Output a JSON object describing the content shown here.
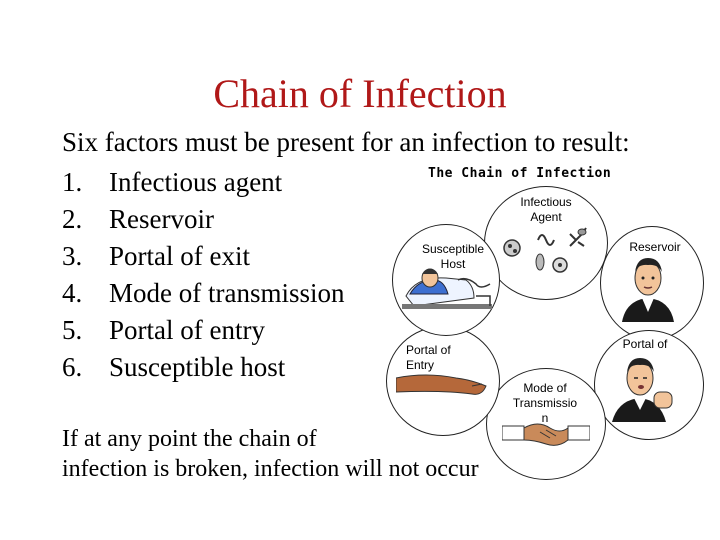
{
  "title": "Chain of Infection",
  "intro": "Six factors must be present for an infection to result:",
  "factors": [
    {
      "num": "1.",
      "label": "Infectious agent"
    },
    {
      "num": "2.",
      "label": "Reservoir"
    },
    {
      "num": "3.",
      "label": "Portal of exit"
    },
    {
      "num": "4.",
      "label": "Mode of transmission"
    },
    {
      "num": "5.",
      "label": "Portal of entry"
    },
    {
      "num": "6.",
      "label": "Susceptible host"
    }
  ],
  "footer": {
    "line1": "If at any point the chain of",
    "line2": "infection is broken, infection will not occur"
  },
  "diagram": {
    "title": "The Chain of Infection",
    "labels": {
      "agent_l1": "Infectious",
      "agent_l2": "Agent",
      "reservoir": "Reservoir",
      "exit": "Portal of",
      "transmission_l1": "Mode of",
      "transmission_l2": "Transmissio",
      "transmission_l3": "n",
      "entry_l1": "Portal of",
      "entry_l2": "Entry",
      "host_l1": "Susceptible",
      "host_l2": "Host"
    },
    "icons": [
      "germ-icon",
      "man-portrait-icon",
      "coughing-man-icon",
      "handshake-icon",
      "arm-icon",
      "hospital-patient-icon"
    ]
  }
}
